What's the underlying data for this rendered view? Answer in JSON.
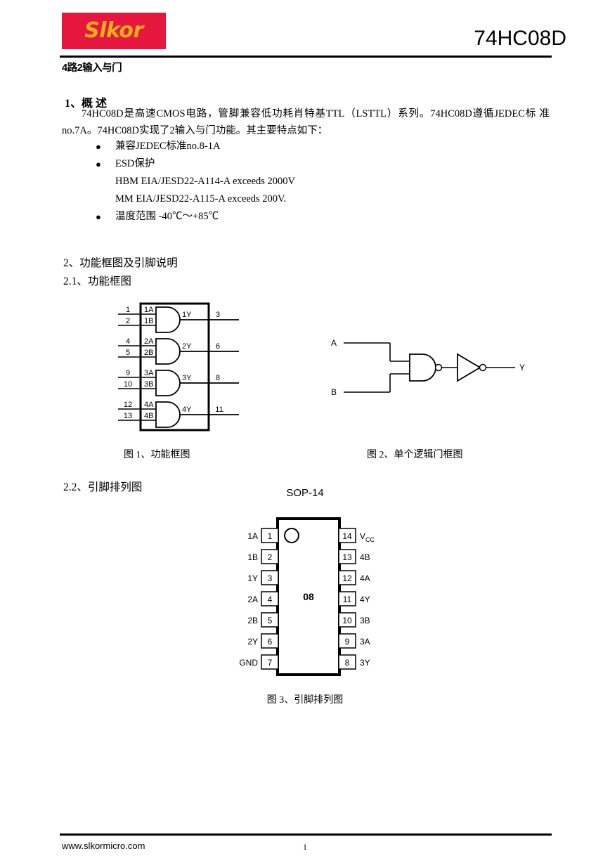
{
  "header": {
    "logo_text": "Slkor",
    "logo_bg_color": "#e5173f",
    "logo_fg_color": "#f2b01e",
    "part_number": "74HC08D",
    "section_banner": "4路2输入与门"
  },
  "overview": {
    "heading": "1、概 述",
    "paragraph_line1": "74HC08D是高速CMOS电路，管脚兼容低功耗肖特基TTL（LSTTL）系列。74HC08D遵循JEDEC标",
    "paragraph_line2": "准no.7A。74HC08D实现了2输入与门功能。其主要特点如下：",
    "bullets": [
      {
        "text": "兼容JEDEC标准no.8-1A",
        "sub": []
      },
      {
        "text": "ESD保护",
        "sub": [
          "HBM EIA/JESD22-A114-A exceeds 2000V",
          "MM EIA/JESD22-A115-A exceeds 200V."
        ]
      },
      {
        "text": "温度范围   -40℃～+85℃",
        "sub": []
      }
    ]
  },
  "functional": {
    "heading": "2、功能框图及引脚说明",
    "sub_heading_1": "2.1、功能框图",
    "sub_heading_2": "2.2、引脚排列图",
    "caption_fig1": "图 1、功能框图",
    "caption_fig2": "图 2、单个逻辑门框图",
    "caption_fig3": "图 3、引脚排列图"
  },
  "block_diagram": {
    "gates": [
      {
        "in_a_pin": "1",
        "in_a_label": "1A",
        "in_b_pin": "2",
        "in_b_label": "1B",
        "out_label": "1Y",
        "out_pin": "3"
      },
      {
        "in_a_pin": "4",
        "in_a_label": "2A",
        "in_b_pin": "5",
        "in_b_label": "2B",
        "out_label": "2Y",
        "out_pin": "6"
      },
      {
        "in_a_pin": "9",
        "in_a_label": "3A",
        "in_b_pin": "10",
        "in_b_label": "3B",
        "out_label": "3Y",
        "out_pin": "8"
      },
      {
        "in_a_pin": "12",
        "in_a_label": "4A",
        "in_b_pin": "13",
        "in_b_label": "4B",
        "out_label": "4Y",
        "out_pin": "11"
      }
    ]
  },
  "logic_gate": {
    "input_a": "A",
    "input_b": "B",
    "output": "Y"
  },
  "package": {
    "name": "SOP-14",
    "marking": "08",
    "left_pins": [
      {
        "label": "1A",
        "number": "1"
      },
      {
        "label": "1B",
        "number": "2"
      },
      {
        "label": "1Y",
        "number": "3"
      },
      {
        "label": "2A",
        "number": "4"
      },
      {
        "label": "2B",
        "number": "5"
      },
      {
        "label": "2Y",
        "number": "6"
      },
      {
        "label": "GND",
        "number": "7"
      }
    ],
    "right_pins": [
      {
        "number": "14",
        "label": "V",
        "sub": "CC"
      },
      {
        "number": "13",
        "label": "4B",
        "sub": ""
      },
      {
        "number": "12",
        "label": "4A",
        "sub": ""
      },
      {
        "number": "11",
        "label": "4Y",
        "sub": ""
      },
      {
        "number": "10",
        "label": "3B",
        "sub": ""
      },
      {
        "number": "9",
        "label": "3A",
        "sub": ""
      },
      {
        "number": "8",
        "label": "3Y",
        "sub": ""
      }
    ]
  },
  "footer": {
    "url": "www.slkormicro.com",
    "page_number": "1"
  }
}
